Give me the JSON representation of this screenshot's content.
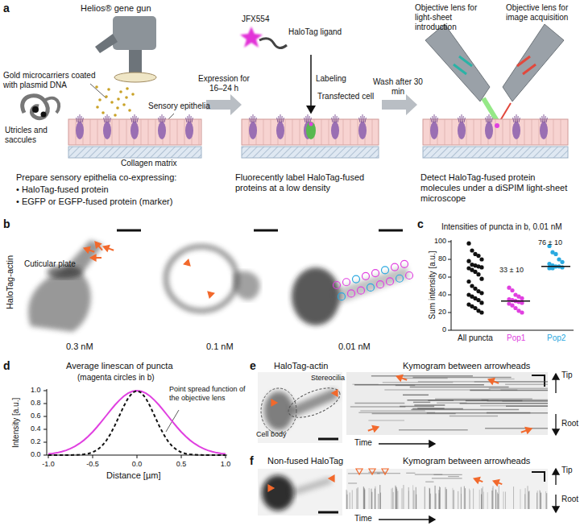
{
  "diagram": {
    "labels": [
      "a",
      "Helios® gene gun",
      "Gold microcarriers coated with plasmid DNA",
      "Utricles and saccules",
      "Sensory epithelia",
      "Collagen matrix",
      "Prepare sensory epithelia co-expressing:",
      "• HaloTag-fused protein",
      "• EGFP or EGFP-fused protein (marker)",
      "Expression for 16–24 h",
      "JFX554",
      "HaloTag ligand",
      "Labeling",
      "Transfected cell",
      "Fluorecently label HaloTag-fused proteins at a low density",
      "Wash after 30 min",
      "Objective lens for light-sheet introduction",
      "Objective lens for image acquisition",
      "Detect HaloTag-fused protein molecules under a diSPIM light-sheet microscope",
      "b",
      "HaloTag-actin",
      "Cuticular plate",
      "0.3 nM",
      "0.1 nM",
      "0.01 nM",
      "c",
      "Intensities of puncta in b, 0.01 nM",
      "Sum intensity [a.u.]",
      "0",
      "20",
      "40",
      "60",
      "80",
      "100",
      "33 ± 10",
      "76 ± 10",
      "All puncta",
      "Pop1",
      "Pop2",
      "d",
      "Average linescan of puncta",
      "(magenta circles in b)",
      "Intensity [a.u.]",
      "1.0",
      "0.8",
      "0.6",
      "0.4",
      "0.2",
      "0.0",
      "Point spread function of the objective lens",
      "-1.0",
      "-0.5",
      "0.0",
      "0.5",
      "1.0",
      "Distance [µm]",
      "e",
      "HaloTag-actin",
      "Cell body",
      "Stereocilia",
      "Kymogram between arrowheads",
      "Tip",
      "Root",
      "Time",
      "f",
      "Non-fused HaloTag",
      "Kymogram between arrowheads",
      "Tip",
      "Root",
      "Time"
    ]
  }
}
